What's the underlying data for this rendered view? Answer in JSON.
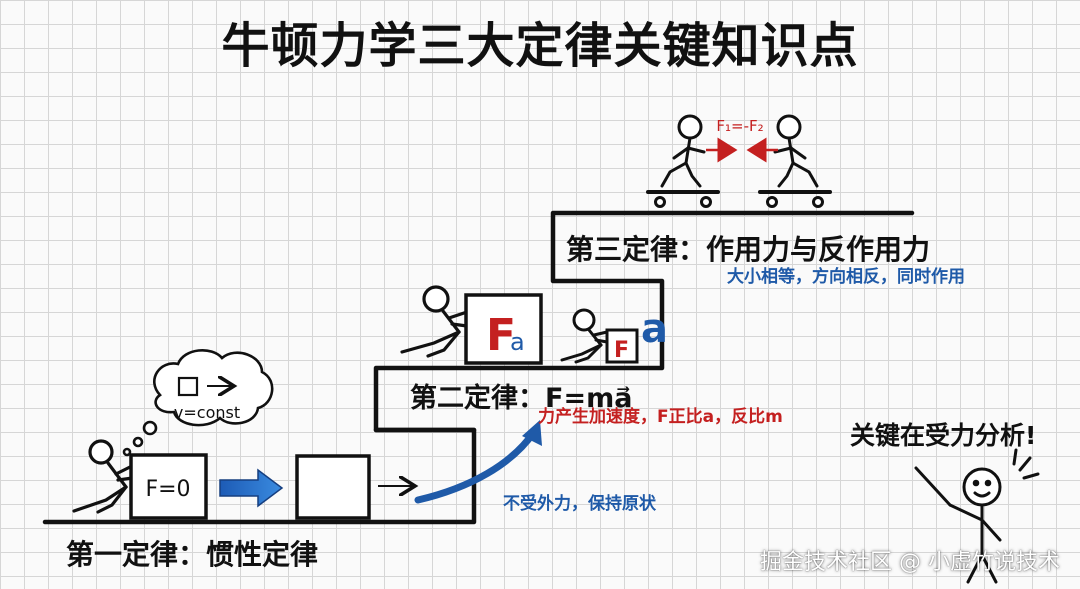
{
  "title": "牛顿力学三大定律关键知识点",
  "law1": {
    "label": "第一定律：惯性定律",
    "box_text": "F=0",
    "thought_text": "v=const",
    "description": "不受外力，保持原状"
  },
  "law2": {
    "label": "第二定律：F=ma⃗",
    "description": "力产生加速度，F正比a，反比m",
    "big_box_F": "F",
    "big_box_a": "a",
    "small_box_F": "F",
    "accel_symbol": "a"
  },
  "law3": {
    "label": "第三定律：作用力与反作用力",
    "description": "大小相等，方向相反，同时作用",
    "force_equation": "F₁=-F₂"
  },
  "speech": "关键在受力分析!",
  "watermark": "掘金技术社区 @ 小虚竹说技术",
  "colors": {
    "red": "#c42020",
    "blue": "#1f5aa8",
    "arrow_blue": "#2a72d0"
  }
}
